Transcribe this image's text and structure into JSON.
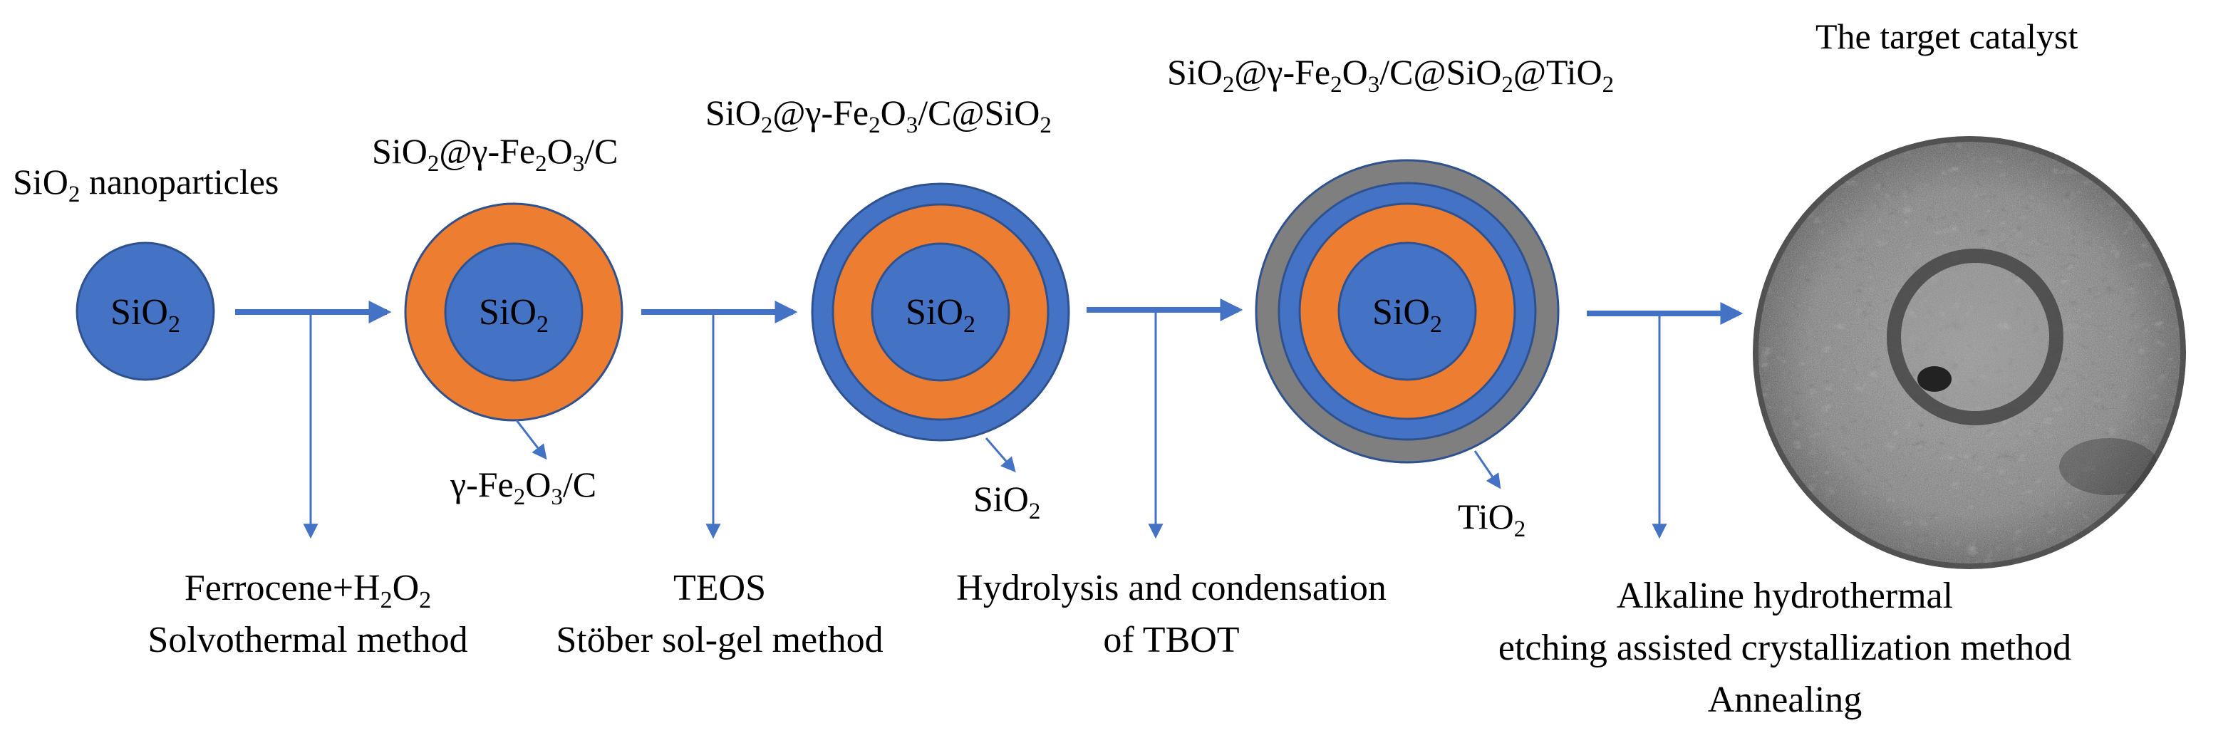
{
  "colors": {
    "core": "#4472C4",
    "iron_shell": "#ED7D31",
    "silica_shell": "#4472C4",
    "titania_shell": "#7F7F7F",
    "outline": "#2F528F",
    "arrow": "#4472C4",
    "tem_background": "#8C8C8C",
    "tem_dark": "#3A3A3A"
  },
  "stages": [
    {
      "heading": [
        "SiO",
        "2",
        " nanoparticles"
      ]
    },
    {
      "heading": [
        "SiO",
        "2",
        "@γ-Fe",
        "2",
        "O",
        "3",
        "/C"
      ]
    },
    {
      "heading": [
        "SiO",
        "2",
        "@γ-Fe",
        "2",
        "O",
        "3",
        "/C@SiO",
        "2"
      ]
    },
    {
      "heading": [
        "SiO",
        "2",
        "@γ-Fe",
        "2",
        "O",
        "3",
        "/C@SiO",
        "2",
        "@TiO",
        "2"
      ]
    },
    {
      "heading": [
        "The target catalyst"
      ]
    }
  ],
  "core_labels": [
    [
      "SiO",
      "2"
    ],
    [
      "SiO",
      "2"
    ],
    [
      "SiO",
      "2"
    ],
    [
      "SiO",
      "2"
    ]
  ],
  "shell_callouts": [
    [
      "γ-Fe",
      "2",
      "O",
      "3",
      "/C"
    ],
    [
      "SiO",
      "2"
    ],
    [
      "TiO",
      "2"
    ]
  ],
  "steps": [
    {
      "lines": [
        [
          "Ferrocene+H",
          "2",
          "O",
          "2"
        ],
        [
          "Solvothermal method"
        ]
      ]
    },
    {
      "lines": [
        [
          "TEOS"
        ],
        [
          "Stöber sol-gel method"
        ]
      ]
    },
    {
      "lines": [
        [
          "Hydrolysis and condensation"
        ],
        [
          "of TBOT"
        ]
      ]
    },
    {
      "lines": [
        [
          "Alkaline hydrothermal"
        ],
        [
          "etching assisted crystallization method"
        ],
        [
          "Annealing"
        ]
      ]
    }
  ]
}
